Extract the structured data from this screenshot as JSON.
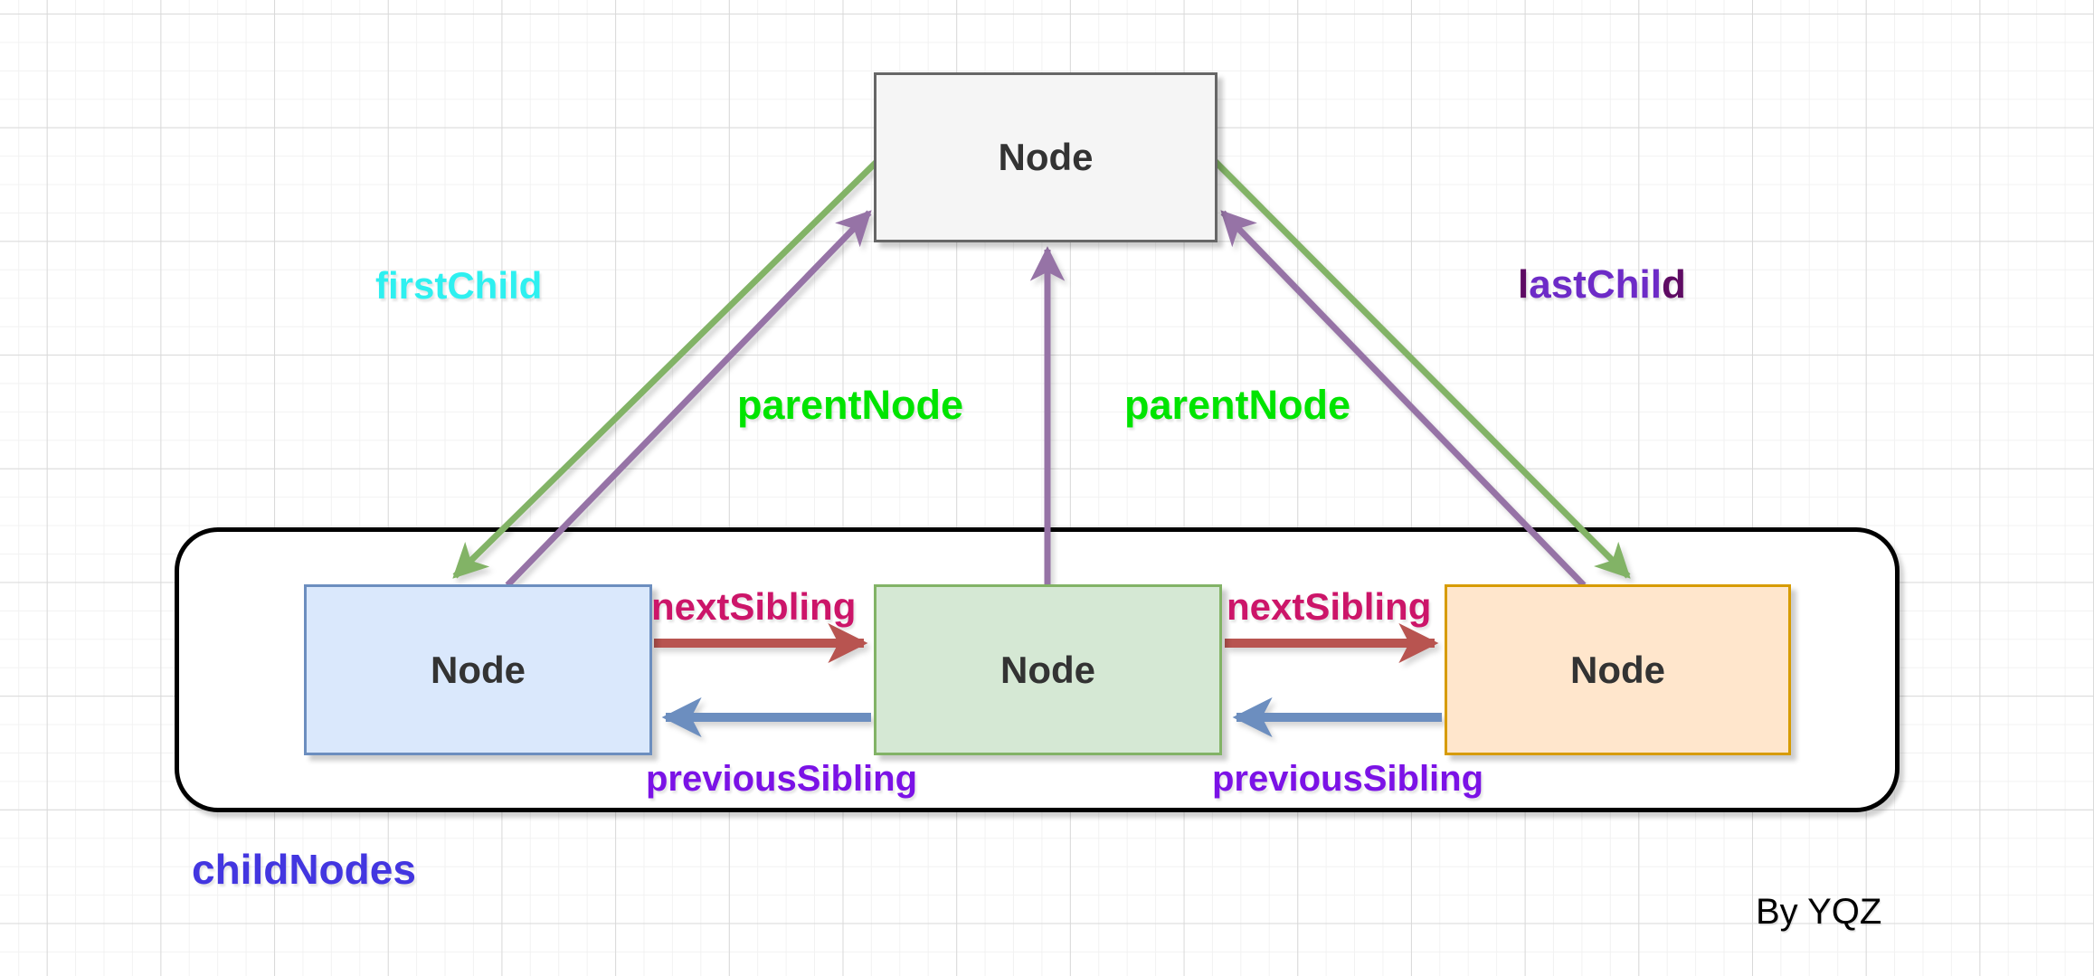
{
  "nodes": {
    "parent": {
      "label": "Node"
    },
    "first_child": {
      "label": "Node"
    },
    "middle_child": {
      "label": "Node"
    },
    "last_child": {
      "label": "Node"
    }
  },
  "labels": {
    "first_child": "firstChild",
    "last_child": {
      "part1": "l",
      "part2": "astChil",
      "part3": "d"
    },
    "parent_node_left": "parentNode",
    "parent_node_right": "parentNode",
    "next_sibling_left": "nextSibling",
    "next_sibling_right": "nextSibling",
    "previous_sibling_left": "previousSibling",
    "previous_sibling_right": "previousSibling",
    "child_nodes": "childNodes",
    "credit": "By YQZ"
  },
  "arrows": {
    "first_child": {
      "relation": "firstChild",
      "from": "parent",
      "to": "first_child",
      "color": "#82b366"
    },
    "last_child": {
      "relation": "lastChild",
      "from": "parent",
      "to": "last_child",
      "color": "#82b366"
    },
    "parent_from_first": {
      "relation": "parentNode",
      "from": "first_child",
      "to": "parent",
      "color": "#9673a6"
    },
    "parent_from_middle": {
      "relation": "parentNode",
      "from": "middle_child",
      "to": "parent",
      "color": "#9673a6"
    },
    "parent_from_last": {
      "relation": "parentNode",
      "from": "last_child",
      "to": "parent",
      "color": "#9673a6"
    },
    "next_sibling_1": {
      "relation": "nextSibling",
      "from": "first_child",
      "to": "middle_child",
      "color": "#b85450"
    },
    "next_sibling_2": {
      "relation": "nextSibling",
      "from": "middle_child",
      "to": "last_child",
      "color": "#b85450"
    },
    "previous_sibling_1": {
      "relation": "previousSibling",
      "from": "middle_child",
      "to": "first_child",
      "color": "#6c8ebf"
    },
    "previous_sibling_2": {
      "relation": "previousSibling",
      "from": "last_child",
      "to": "middle_child",
      "color": "#6c8ebf"
    }
  },
  "colors": {
    "first_child_label": "#2ef0f0",
    "last_child_dark": "#5e0b63",
    "last_child_mid": "#6d2bc7",
    "parent_node_label": "#00e400",
    "next_sibling_label": "#cc1569",
    "previous_sibling_label": "#7b12e6",
    "child_nodes_label": "#4336e0",
    "credit_text": "#000000",
    "node_text": "#333333",
    "green_arrow": "#82b366",
    "purple_arrow": "#9673a6",
    "red_arrow": "#b85450",
    "blue_arrow": "#6c8ebf",
    "parent_box_fill": "#f5f5f5",
    "parent_box_border": "#666666",
    "first_box_fill": "#dae8fc",
    "first_box_border": "#6c8ebf",
    "middle_box_fill": "#d5e8d4",
    "middle_box_border": "#82b366",
    "last_box_fill": "#ffe6cc",
    "last_box_border": "#d79b00",
    "container_border": "#000000"
  }
}
